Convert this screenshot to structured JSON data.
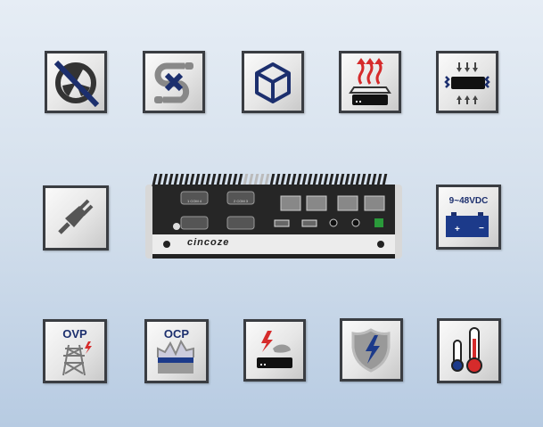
{
  "features": {
    "row1": [
      {
        "icon": "fanless-icon"
      },
      {
        "icon": "cableless-icon"
      },
      {
        "icon": "compact-box-icon"
      },
      {
        "icon": "wide-temperature-heat-icon"
      },
      {
        "icon": "shock-vibration-icon"
      }
    ],
    "row2": [
      {
        "icon": "power-plug-icon"
      },
      {
        "icon": "dc-input-battery-icon",
        "label": "9~48VDC",
        "plus": "+",
        "minus": "−"
      }
    ],
    "row3": [
      {
        "icon": "ovp-icon",
        "label": "OVP"
      },
      {
        "icon": "ocp-icon",
        "label": "OCP"
      },
      {
        "icon": "surge-protection-icon"
      },
      {
        "icon": "esd-shield-icon"
      },
      {
        "icon": "thermometer-icon"
      }
    ]
  },
  "device": {
    "brand": "cincoze",
    "com1": "1 COM 4",
    "com2": "2 COM 3"
  },
  "colors": {
    "navy": "#1c2f6e",
    "red": "#d62b2b",
    "tile_border": "#3a3d42"
  }
}
